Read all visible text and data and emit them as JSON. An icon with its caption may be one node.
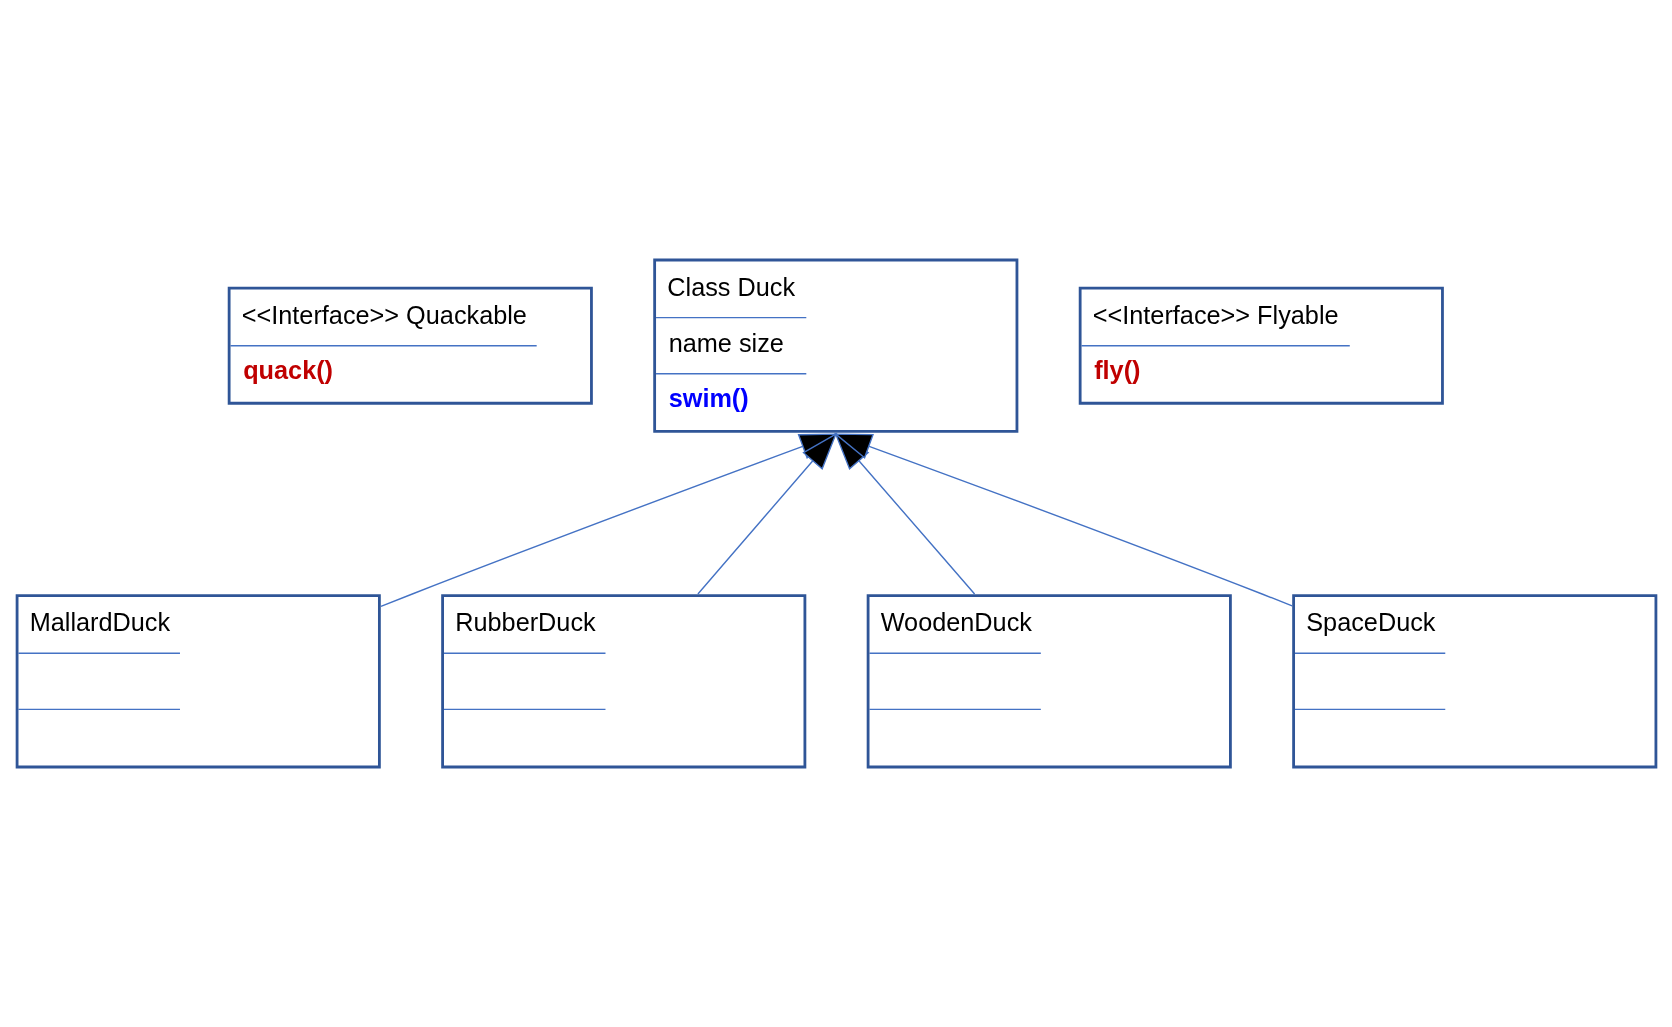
{
  "diagram": {
    "nodes": [
      {
        "text": [
          "<<Interface>> Quackable",
          "quack()"
        ]
      },
      {
        "text": [
          "Class Duck",
          "name size",
          "swim()"
        ]
      },
      {
        "text": [
          "<<Interface>> Flyable",
          "fly()"
        ]
      },
      {
        "text": [
          "MallardDuck"
        ]
      },
      {
        "text": [
          "RubberDuck"
        ]
      },
      {
        "text": [
          "WoodenDuck"
        ]
      },
      {
        "text": [
          "SpaceDuck"
        ]
      }
    ],
    "edges": [
      {
        "from": 3,
        "to": 1,
        "arrow": "to"
      },
      {
        "from": 4,
        "to": 1,
        "arrow": "to"
      },
      {
        "from": 5,
        "to": 1,
        "arrow": "to"
      },
      {
        "from": 6,
        "to": 1,
        "arrow": "to"
      }
    ]
  }
}
